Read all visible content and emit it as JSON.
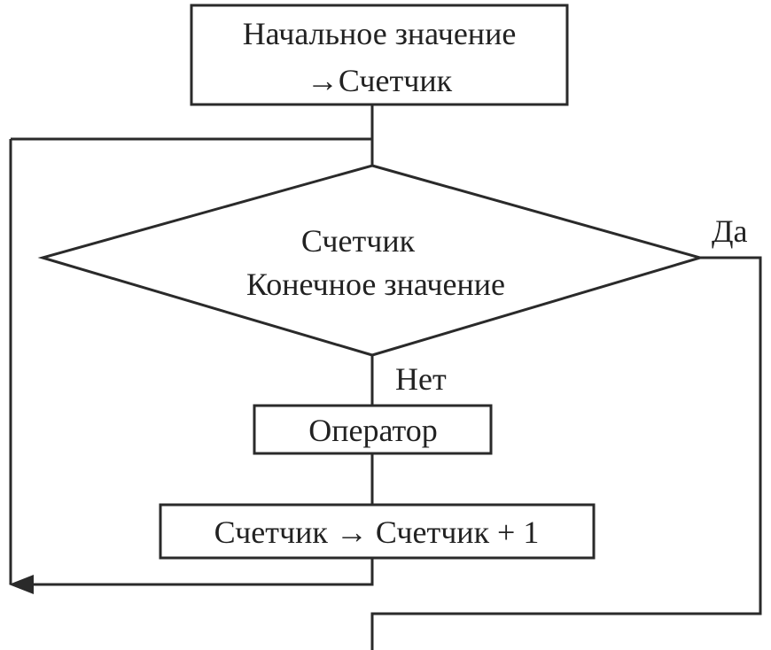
{
  "diagram": {
    "init_block": {
      "line1": "Начальное значение",
      "line2": "→Счетчик"
    },
    "condition": {
      "line1": "Счетчик",
      "line2": "Конечное значение"
    },
    "yes_label": "Да",
    "no_label": "Нет",
    "operator_block": {
      "label": "Оператор"
    },
    "increment_block": {
      "label": "Счетчик → Счетчик + 1"
    },
    "colors": {
      "stroke": "#2a2a2a",
      "text": "#222222",
      "background": "#ffffff"
    }
  }
}
